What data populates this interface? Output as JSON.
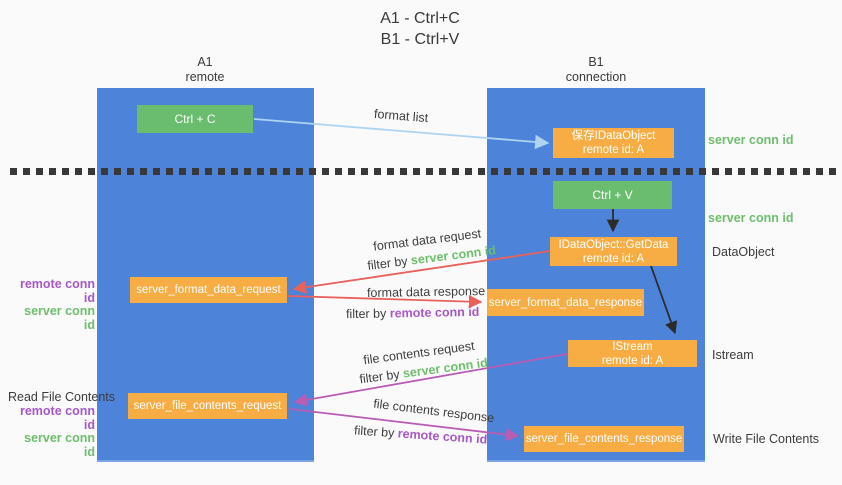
{
  "title": {
    "line1": "A1 - Ctrl+C",
    "line2": "B1 - Ctrl+V"
  },
  "lifelines": {
    "left": {
      "name": "A1",
      "role": "remote"
    },
    "right": {
      "name": "B1",
      "role": "connection"
    }
  },
  "nodes": {
    "ctrl_c": {
      "label": "Ctrl + C"
    },
    "ctrl_v": {
      "label": "Ctrl + V"
    },
    "save_idataobject": {
      "line1": "保存IDataObject",
      "line2": "remote id: A"
    },
    "getdata": {
      "line1": "IDataObject::GetData",
      "line2": "remote id: A"
    },
    "istream": {
      "line1": "IStream",
      "line2": "remote id: A"
    },
    "format_request": {
      "label": "server_format_data_request"
    },
    "format_response": {
      "label": "server_format_data_response"
    },
    "file_request": {
      "label": "server_file_contents_request"
    },
    "file_response": {
      "label": "server_file_contents_response"
    }
  },
  "flow_labels": {
    "format_list": "format list",
    "format_data_request": "format data request",
    "format_data_response": "format data response",
    "file_contents_request": "file contents request",
    "file_contents_response": "file contents response",
    "filter_by": "filter by",
    "server_conn_id": "server conn id",
    "remote_conn_id": "remote conn id"
  },
  "annotations": {
    "server_conn_id_top": "server conn id",
    "server_conn_id_mid": "server conn id",
    "data_object": "DataObject",
    "istream": "Istream",
    "write_file_contents": "Write File Contents",
    "read_file_contents": "Read File Contents",
    "remote_conn_id": "remote conn id",
    "server_conn_id": "server conn id"
  },
  "colors": {
    "lifeline_blue": "#4d83d8",
    "green_box": "#6abd6e",
    "orange_box": "#f8ac44",
    "format_list_arrow": "#aed4f2",
    "format_data_arrow": "#e8615a",
    "file_contents_arrow": "#b95cb4",
    "black_arrow": "#2b2b2b",
    "green_text": "#6dbf6d",
    "purple_text": "#a857c8"
  }
}
